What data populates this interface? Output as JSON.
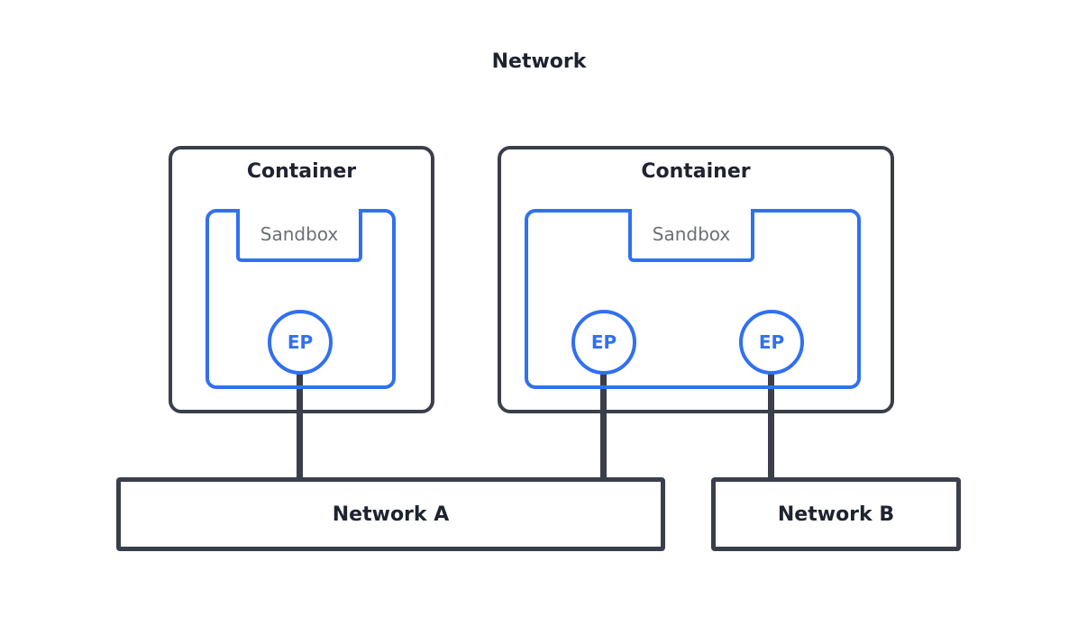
{
  "title": "Network",
  "containers": [
    {
      "label": "Container",
      "sandbox": "Sandbox",
      "endpoints": [
        "EP"
      ]
    },
    {
      "label": "Container",
      "sandbox": "Sandbox",
      "endpoints": [
        "EP",
        "EP"
      ]
    }
  ],
  "networks": [
    {
      "label": "Network A"
    },
    {
      "label": "Network B"
    }
  ],
  "colors": {
    "container_border": "#3a3f4b",
    "sandbox_accent": "#3170f0",
    "text_dark": "#1e2330",
    "text_muted": "#6b6f78"
  }
}
